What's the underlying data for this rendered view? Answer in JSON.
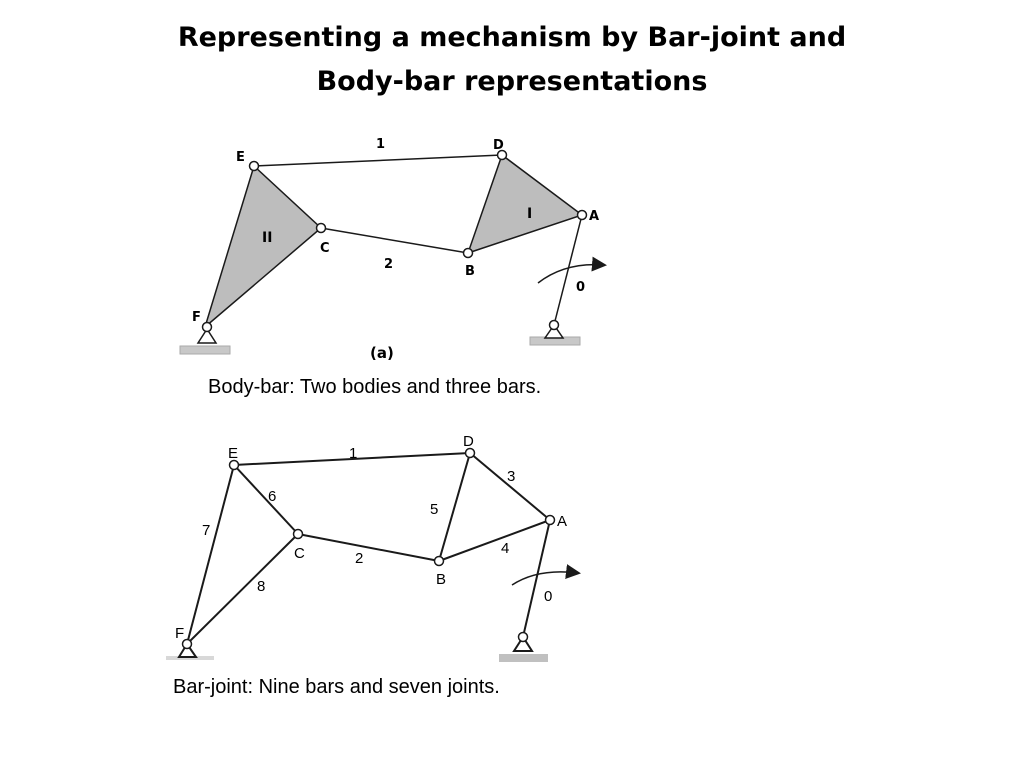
{
  "slide": {
    "title_line1": "Representing a mechanism by Bar-joint and",
    "title_line2": "Body-bar representations"
  },
  "body_bar": {
    "caption": "Body-bar: Two bodies and three bars.",
    "figure_label": "(a)",
    "joints": {
      "E": "E",
      "D": "D",
      "C": "C",
      "B": "B",
      "A": "A",
      "F": "F"
    },
    "bars": {
      "b1": "1",
      "b2": "2",
      "b0": "0"
    },
    "bodies": {
      "I": "I",
      "II": "II"
    }
  },
  "bar_joint": {
    "caption": "Bar-joint:  Nine bars and seven joints.",
    "joints": {
      "E": "E",
      "D": "D",
      "C": "C",
      "B": "B",
      "A": "A",
      "F": "F"
    },
    "bars": {
      "b1": "1",
      "b2": "2",
      "b3": "3",
      "b4": "4",
      "b5": "5",
      "b6": "6",
      "b7": "7",
      "b8": "8",
      "b0": "0"
    }
  },
  "colors": {
    "body_fill": "#bdbdbd",
    "ground": "#c8c8c8",
    "line": "#1a1a1a"
  }
}
